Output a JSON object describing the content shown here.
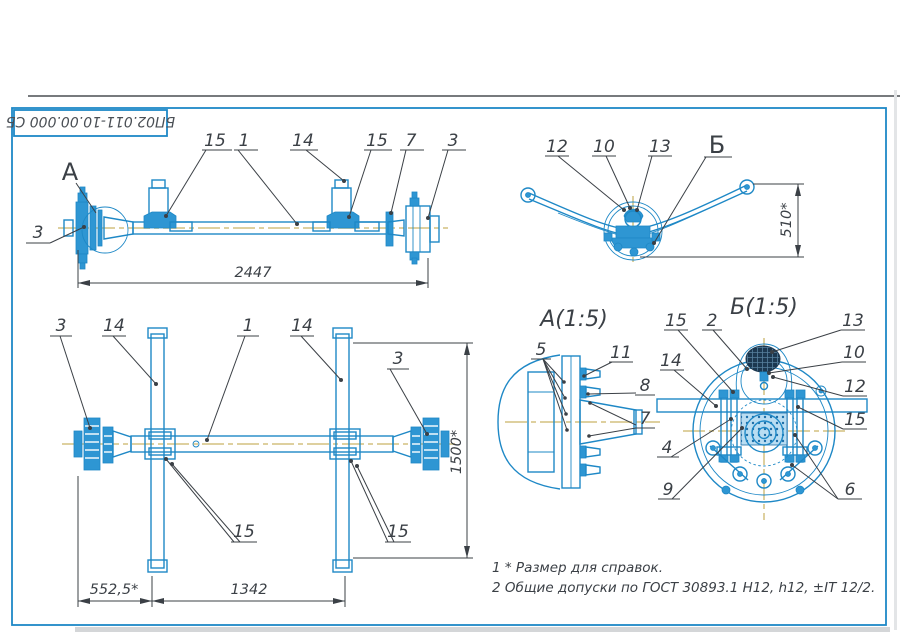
{
  "frame": {
    "number_stamp": "БП02.011-10.00.000 СБ"
  },
  "notes": {
    "line1": "1 * Размер для справок.",
    "line2": "2 Общие допуски по ГОСТ 30893.1  Н12, h12, ±IT 12/2."
  },
  "side_view": {
    "detail_marker": "А",
    "c3l": "3",
    "c15a": "15",
    "c1": "1",
    "c14": "14",
    "c15b": "15",
    "c7": "7",
    "c3r": "3",
    "dim_length": "2447"
  },
  "spring_view": {
    "c12": "12",
    "c10": "10",
    "c13": "13",
    "detail_marker": "Б",
    "dim_height": "510*"
  },
  "plan_view": {
    "c3l": "3",
    "c14l": "14",
    "c1": "1",
    "c14r": "14",
    "c3r": "3",
    "c15l": "15",
    "c15r": "15",
    "dim_a": "552,5*",
    "dim_b": "1342",
    "dim_c": "1500*"
  },
  "detail_a": {
    "title": "А(1:5)",
    "c5": "5",
    "c11": "11",
    "c8": "8",
    "c7": "7"
  },
  "detail_b": {
    "title": "Б(1:5)",
    "c15l": "15",
    "c2": "2",
    "c14": "14",
    "c4": "4",
    "c9": "9",
    "c13": "13",
    "c10": "10",
    "c12": "12",
    "c15r": "15",
    "c6": "6"
  },
  "colors": {
    "line_blue": "#1e88c6",
    "fill_blue": "#2e96d3",
    "dark": "#3b4046",
    "centerline": "#d8c88e"
  }
}
